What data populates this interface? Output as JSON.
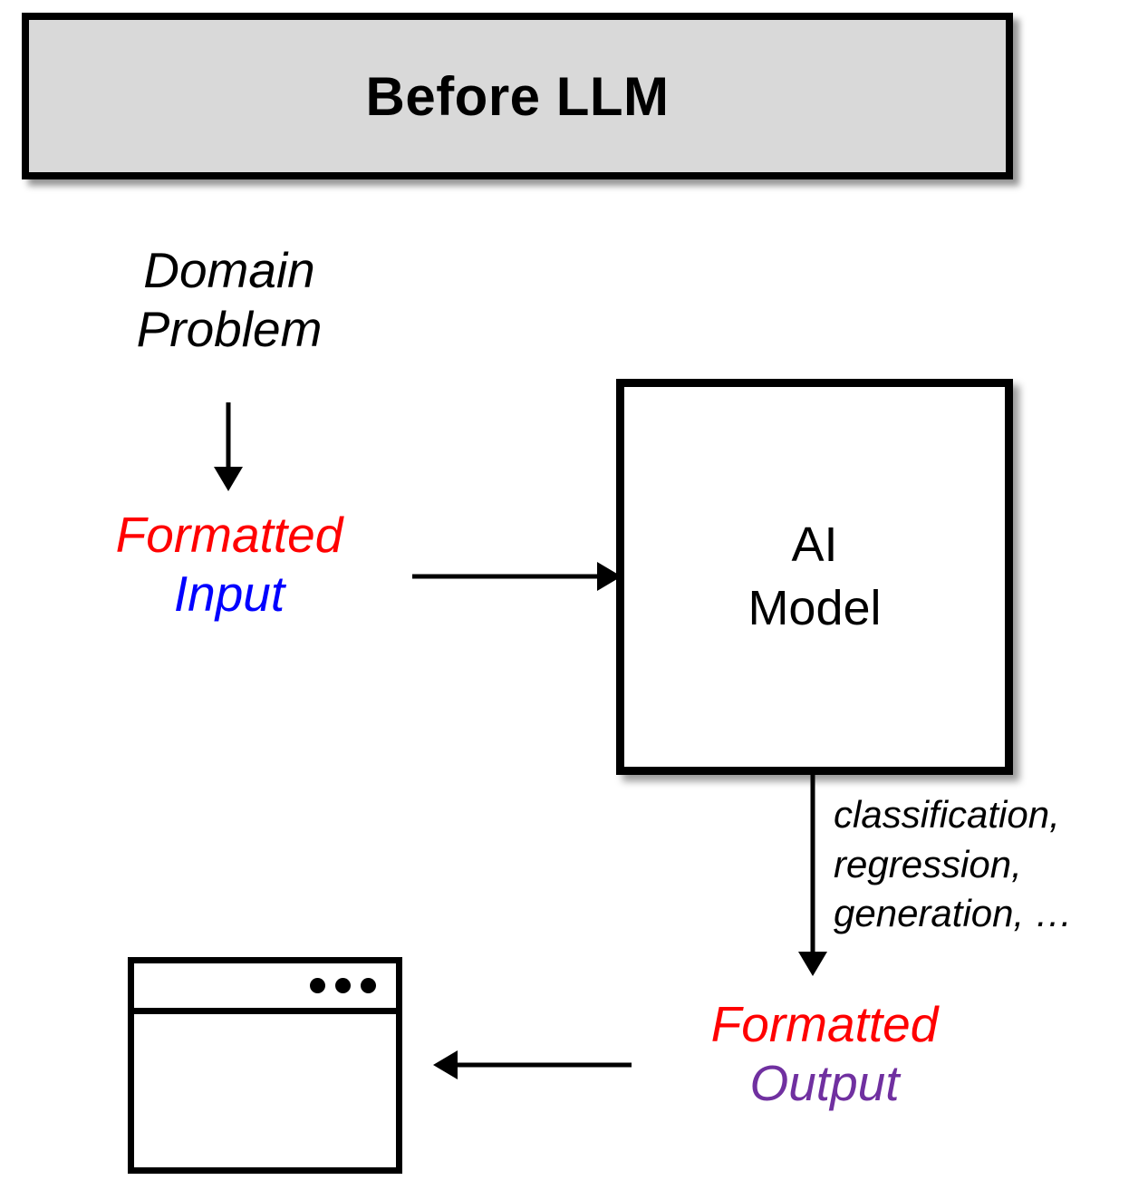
{
  "header": {
    "title": "Before LLM",
    "fill_color": "#D9D9D9",
    "border_color": "#000000",
    "text_color": "#000000"
  },
  "nodes": {
    "domain_problem": {
      "label": "Domain Problem",
      "line1": "Domain",
      "line2": "Problem",
      "color": "#000000"
    },
    "formatted_input": {
      "line1": "Formatted",
      "line2": "Input",
      "line1_color": "#FF0000",
      "line2_color": "#0000FF"
    },
    "ai_model": {
      "line1": "AI",
      "line2": "Model",
      "color": "#000000",
      "fill_color": "#FFFFFF",
      "border_color": "#000000"
    },
    "formatted_output": {
      "line1": "Formatted",
      "line2": "Output",
      "line1_color": "#FF0000",
      "line2_color": "#7030A0"
    },
    "app_window": {
      "icon_name": "application-window-icon",
      "dot_count": 3,
      "dot_color": "#000000",
      "border_color": "#000000"
    }
  },
  "edges": {
    "task_types": {
      "line1": "classification,",
      "line2": "regression,",
      "line3": "generation, …",
      "color": "#000000"
    },
    "arrows": [
      {
        "name": "domain-problem-to-formatted-input",
        "direction": "down"
      },
      {
        "name": "formatted-input-to-ai-model",
        "direction": "right"
      },
      {
        "name": "ai-model-to-formatted-output",
        "direction": "down"
      },
      {
        "name": "formatted-output-to-app-window",
        "direction": "left"
      }
    ]
  }
}
